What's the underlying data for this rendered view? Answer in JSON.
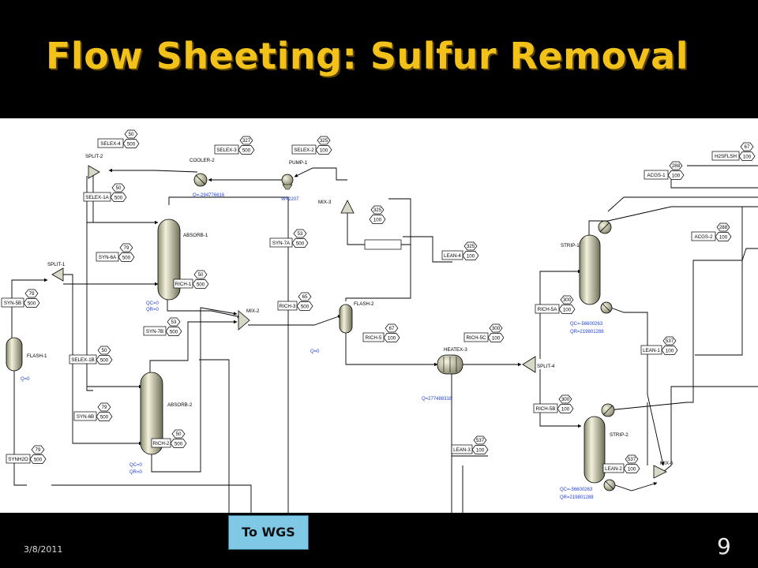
{
  "slide": {
    "title": "Flow Sheeting: Sulfur Removal",
    "date": "3/8/2011",
    "page_number": "9",
    "callout": "To WGS"
  },
  "colors": {
    "title": "#f2c21b",
    "duty_text": "#1f3fd6",
    "callout_bg": "#7fc9e6"
  },
  "blocks": [
    {
      "id": "split2",
      "label": "SPLIT-2"
    },
    {
      "id": "cooler2",
      "label": "COOLER-2"
    },
    {
      "id": "pump1",
      "label": "PUMP-1"
    },
    {
      "id": "mix3",
      "label": "MIX-3"
    },
    {
      "id": "absorb1",
      "label": "ABSORB-1"
    },
    {
      "id": "split1",
      "label": "SPLIT-1"
    },
    {
      "id": "flash1",
      "label": "FLASH-1"
    },
    {
      "id": "mix2",
      "label": "MIX-2"
    },
    {
      "id": "flash2",
      "label": "FLASH-2"
    },
    {
      "id": "absorb2",
      "label": "ABSORB-2"
    },
    {
      "id": "heatex3",
      "label": "HEATEX-3"
    },
    {
      "id": "split4",
      "label": "SPLIT-4"
    },
    {
      "id": "strip1",
      "label": "STRIP-1"
    },
    {
      "id": "strip2",
      "label": "STRIP-2"
    },
    {
      "id": "mix6",
      "label": "MIX-6"
    }
  ],
  "streams": [
    {
      "id": "selex4",
      "label": "SELEX-4",
      "t": "50",
      "p": "500"
    },
    {
      "id": "selex3",
      "label": "SELEX-3",
      "t": "327",
      "p": "500"
    },
    {
      "id": "selex2",
      "label": "SELEX-2",
      "t": "325",
      "p": "100"
    },
    {
      "id": "selex1a",
      "label": "SELEX-1A",
      "t": "50",
      "p": "500"
    },
    {
      "id": "syn6a",
      "label": "SYN-6A",
      "t": "79",
      "p": "500"
    },
    {
      "id": "syn5b",
      "label": "SYN-5B",
      "t": "79",
      "p": "500"
    },
    {
      "id": "rich1",
      "label": "RICH-1",
      "t": "50",
      "p": "500"
    },
    {
      "id": "syn7a",
      "label": "SYN-7A",
      "t": "53",
      "p": "500"
    },
    {
      "id": "rich3",
      "label": "RICH-3",
      "t": "65",
      "p": "500"
    },
    {
      "id": "lean4",
      "label": "LEAN-4",
      "t": "325",
      "p": "100"
    },
    {
      "id": "syn7b",
      "label": "SYN-7B",
      "t": "53",
      "p": "500"
    },
    {
      "id": "selex1b",
      "label": "SELEX-1B",
      "t": "50",
      "p": "500"
    },
    {
      "id": "syn6b",
      "label": "SYN-6B",
      "t": "79",
      "p": "500"
    },
    {
      "id": "rich2",
      "label": "RICH-2",
      "t": "50",
      "p": "500"
    },
    {
      "id": "synh2o",
      "label": "SYNH2O",
      "t": "79",
      "p": "500"
    },
    {
      "id": "rich5",
      "label": "RICH-5",
      "t": "67",
      "p": "100"
    },
    {
      "id": "rich5c",
      "label": "RICH-5C",
      "t": "300",
      "p": "100"
    },
    {
      "id": "rich5a",
      "label": "RICH-5A",
      "t": "300",
      "p": "100"
    },
    {
      "id": "rich5b",
      "label": "RICH-5B",
      "t": "300",
      "p": "100"
    },
    {
      "id": "lean3",
      "label": "LEAN-3",
      "t": "537",
      "p": "100"
    },
    {
      "id": "lean1",
      "label": "LEAN-1",
      "t": "537",
      "p": "100"
    },
    {
      "id": "lean2",
      "label": "LEAN-2",
      "t": "537",
      "p": "100"
    },
    {
      "id": "acgs1",
      "label": "ACGS-1",
      "t": "288",
      "p": "100"
    },
    {
      "id": "acgs2",
      "label": "ACGS-2",
      "t": "288",
      "p": "100"
    },
    {
      "id": "h2sflsh",
      "label": "H2SFLSH",
      "t": "67",
      "p": "100"
    },
    {
      "id": "mix3in",
      "label": "",
      "t": "325",
      "p": "100"
    }
  ],
  "duties": {
    "cooler2_q": "Q=-294776616",
    "pump1_w": "W=2207",
    "absorb1_qc": "QC=0",
    "absorb1_qr": "QR=0",
    "flash1_q": "Q=0",
    "flash2_q": "Q=0",
    "absorb2_qc": "QC=0",
    "absorb2_qr": "QR=0",
    "heatex3_q": "Q=277488318",
    "strip1_qc": "QC=-56600263",
    "strip1_qr": "QR=219801288",
    "strip2_qc": "QC=-56600263",
    "strip2_qr": "QR=219801288"
  }
}
